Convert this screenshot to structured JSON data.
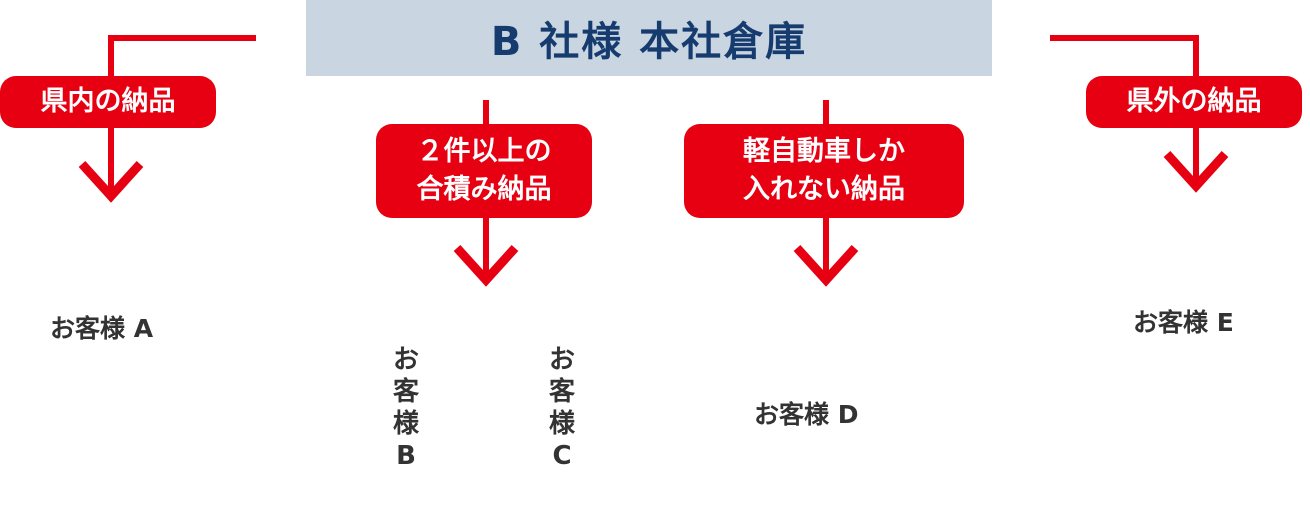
{
  "title": "B 社様  本社倉庫",
  "colors": {
    "accent": "#e60012",
    "header_bg": "#c9d5e1",
    "title_text": "#163b6e",
    "text": "#333333"
  },
  "routes": [
    {
      "label": "県内の納品",
      "customer": "お客様 A"
    },
    {
      "label": "２件以上の\n合積み納品",
      "customers": [
        "お客様B",
        "お客様C"
      ]
    },
    {
      "label": "軽自動車しか\n入れない納品",
      "customer": "お客様 D"
    },
    {
      "label": "県外の納品",
      "customer": "お客様 E"
    }
  ]
}
